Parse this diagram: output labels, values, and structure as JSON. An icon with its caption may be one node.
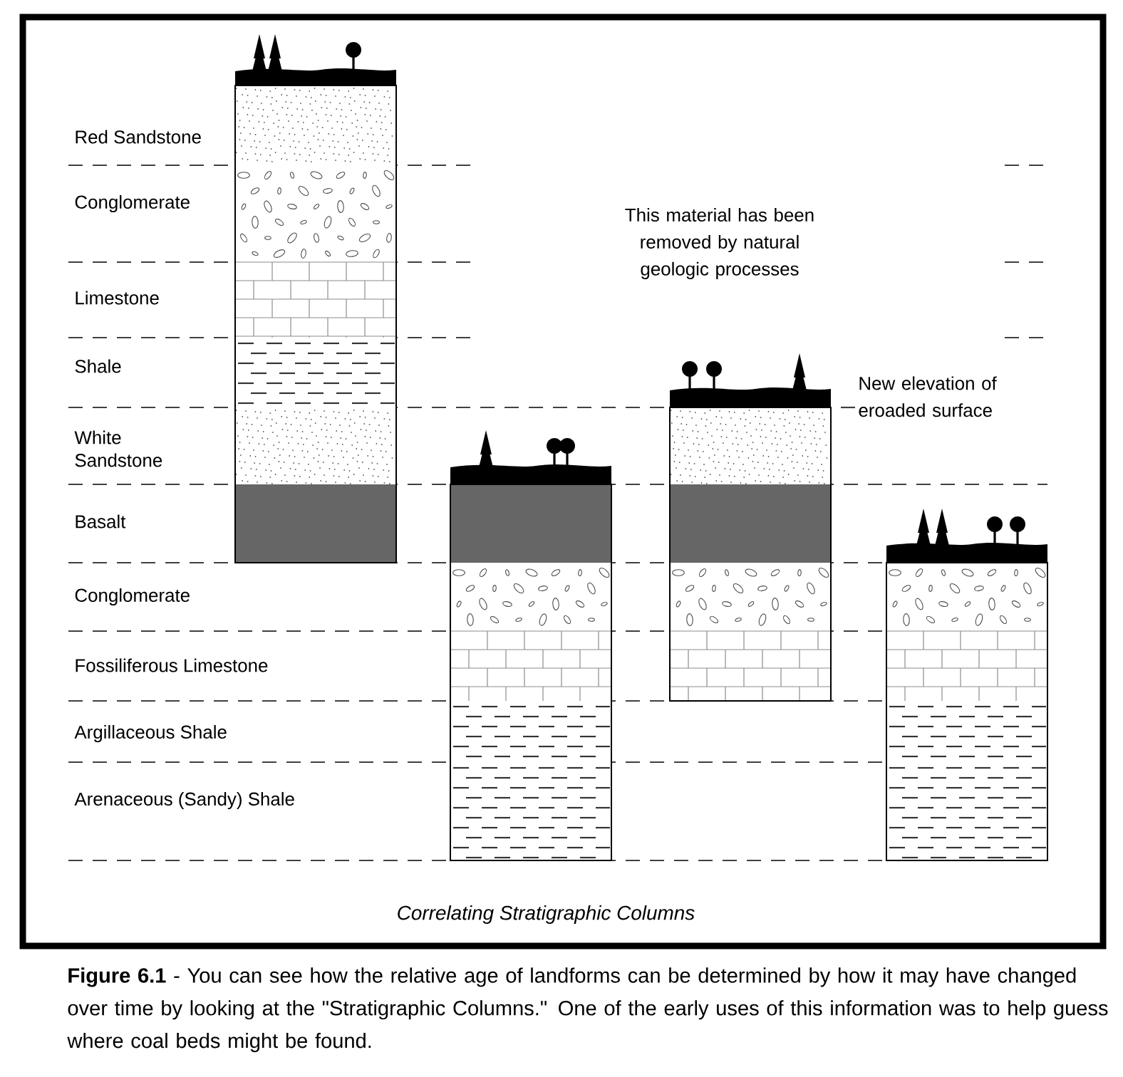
{
  "diagram": {
    "title": "Correlating Stratigraphic Columns",
    "caption": "**Figure 6.1** -  You can see how the relative age of landforms can be determined by how it may have changed over time by looking at the \"Stratigraphic Columns.\"  One of the early uses of this information was to help guess where coal beds might be found.",
    "labels": [
      "Red Sandstone",
      "Conglomerate",
      "Limestone",
      "Shale",
      "White Sandstone",
      "Basalt",
      "Conglomerate",
      "Fossiliferous Limestone",
      "Argillaceous Shale",
      "Arenaceous (Sandy) Shale",
      "This material has been removed by natural geologic processes",
      "New elevation of eroaded surface"
    ]
  }
}
